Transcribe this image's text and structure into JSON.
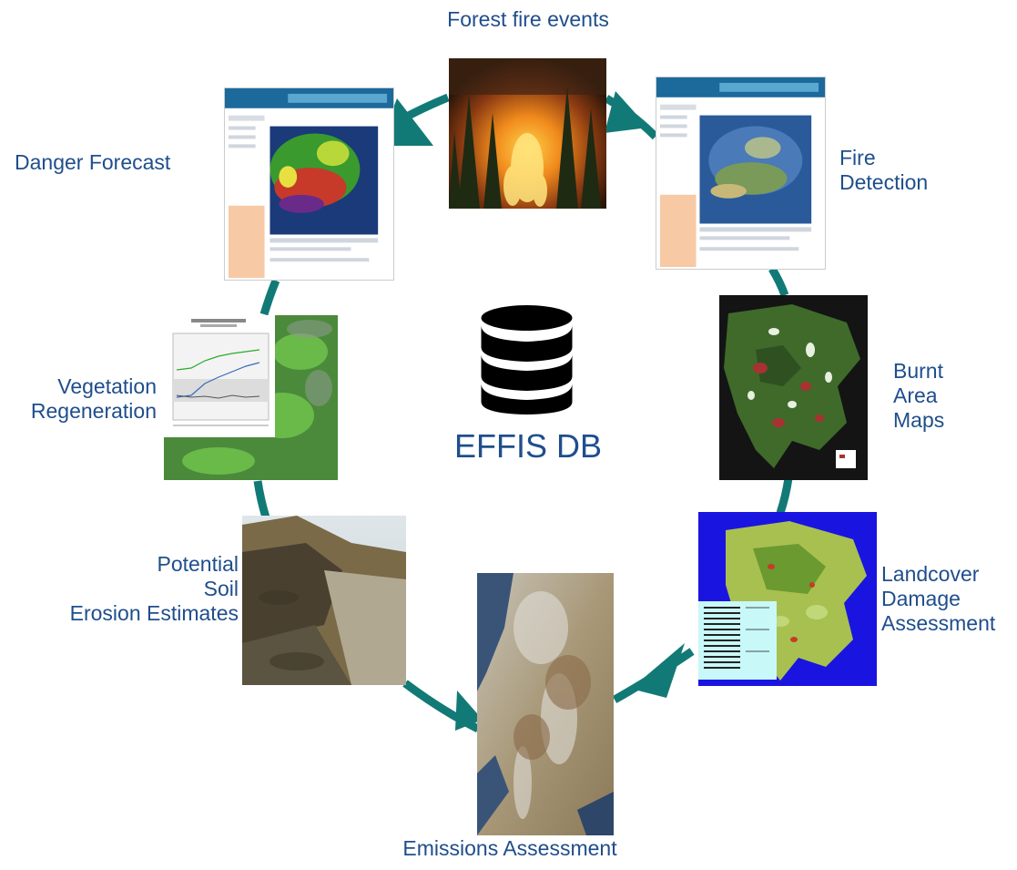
{
  "diagram": {
    "center": {
      "title": "EFFIS DB",
      "icon": "database-icon"
    },
    "accent_color": "#127a76",
    "label_color": "#1f4e8c",
    "nodes": [
      {
        "id": "forest_fire_events",
        "label_lines": [
          "Forest fire events"
        ],
        "image": "forest-fire-photo"
      },
      {
        "id": "fire_detection",
        "label_lines": [
          "Fire",
          "Detection"
        ],
        "image": "fire-detection-webpage-screenshot"
      },
      {
        "id": "burnt_area_maps",
        "label_lines": [
          "Burnt",
          "Area",
          "Maps"
        ],
        "image": "burnt-area-satellite-map"
      },
      {
        "id": "landcover_damage",
        "label_lines": [
          "Landcover",
          "Damage",
          "Assessment"
        ],
        "image": "landcover-map-with-table"
      },
      {
        "id": "emissions",
        "label_lines": [
          "Emissions Assessment"
        ],
        "image": "smoke-satellite-image"
      },
      {
        "id": "soil_erosion",
        "label_lines": [
          "Potential",
          "Soil",
          "Erosion Estimates"
        ],
        "image": "burnt-hillside-photo"
      },
      {
        "id": "vegetation",
        "label_lines": [
          "Vegetation",
          "Regeneration"
        ],
        "image": "vegetation-chart-and-satellite"
      },
      {
        "id": "danger_forecast",
        "label_lines": [
          "Danger Forecast"
        ],
        "image": "danger-forecast-webpage-screenshot"
      }
    ]
  }
}
